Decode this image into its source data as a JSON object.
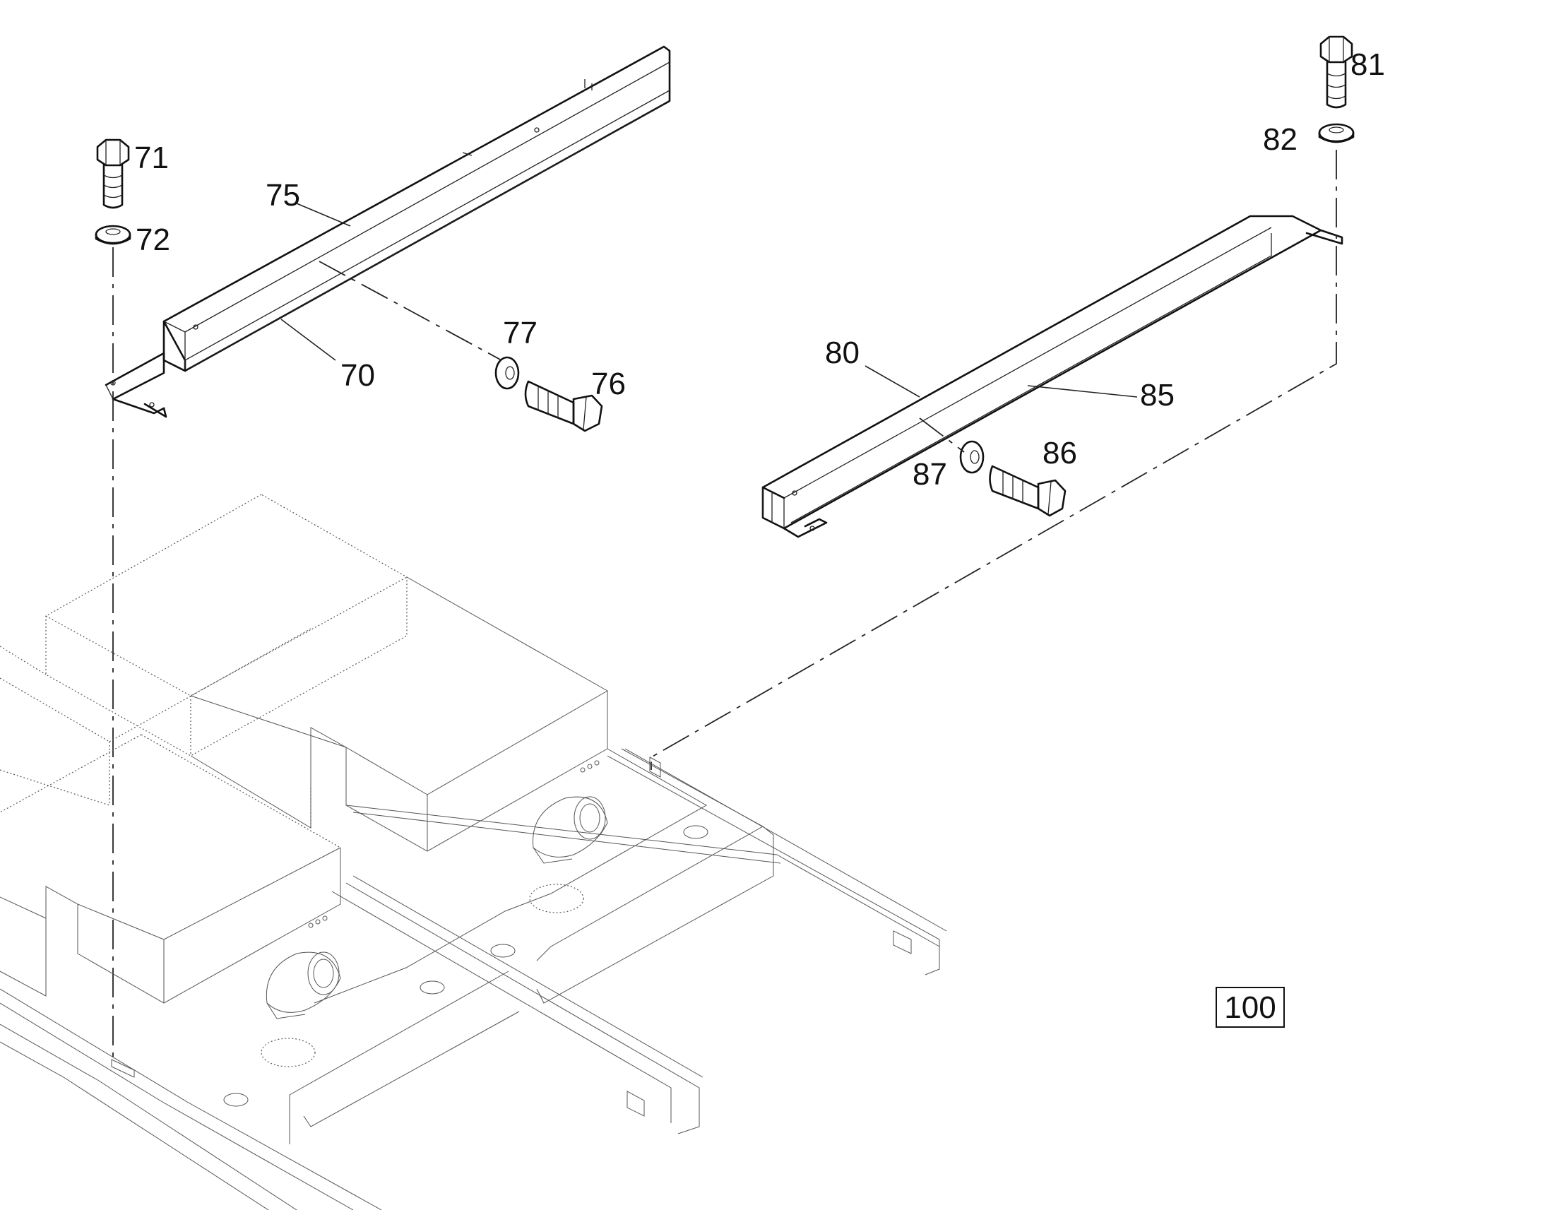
{
  "callouts": [
    {
      "id": "71",
      "text": "71"
    },
    {
      "id": "72",
      "text": "72"
    },
    {
      "id": "75",
      "text": "75"
    },
    {
      "id": "70",
      "text": "70"
    },
    {
      "id": "77",
      "text": "77"
    },
    {
      "id": "76",
      "text": "76"
    },
    {
      "id": "81",
      "text": "81"
    },
    {
      "id": "82",
      "text": "82"
    },
    {
      "id": "80",
      "text": "80"
    },
    {
      "id": "85",
      "text": "85"
    },
    {
      "id": "86",
      "text": "86"
    },
    {
      "id": "87",
      "text": "87"
    }
  ],
  "figure_number": "100",
  "colors": {
    "line": "#111111",
    "background": "#ffffff"
  }
}
